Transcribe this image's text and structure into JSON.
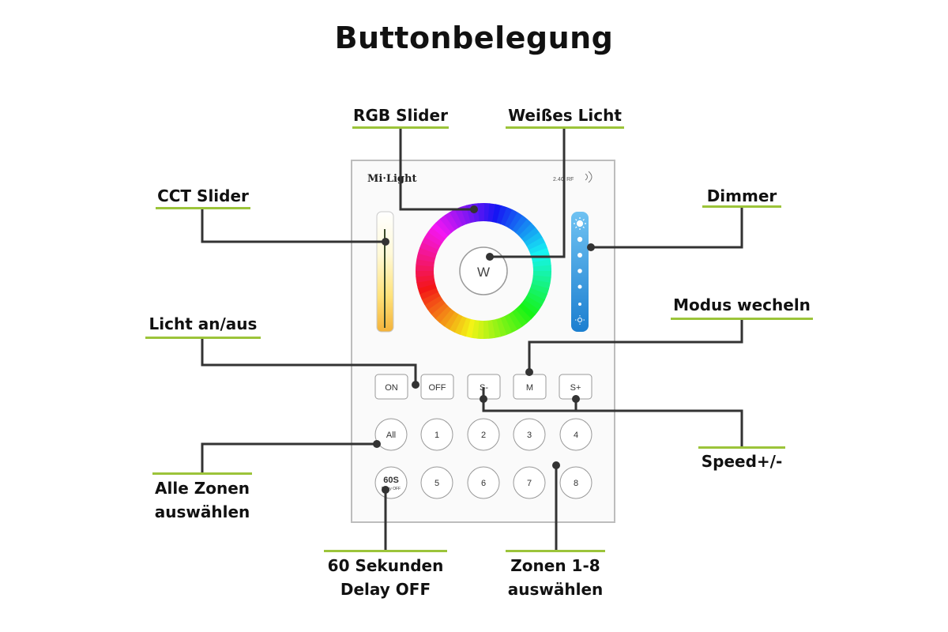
{
  "title": "Buttonbelegung",
  "device": {
    "brand": "Mi·Light",
    "band": "2.4G RF",
    "wheel_center_label": "W",
    "top_buttons": [
      "ON",
      "OFF",
      "S-",
      "M",
      "S+"
    ],
    "zone_row_1": [
      "All",
      "1",
      "2",
      "3",
      "4"
    ],
    "zone_row_2_first": "60S",
    "zone_row_2_first_sub": "Delay OFF",
    "zone_row_2": [
      "5",
      "6",
      "7",
      "8"
    ]
  },
  "labels": {
    "rgb_slider": "RGB Slider",
    "white_light": "Weißes Licht",
    "cct_slider": "CCT Slider",
    "dimmer": "Dimmer",
    "mode": "Modus wecheln",
    "on_off": "Licht an/aus",
    "speed": "Speed+/-",
    "all_zones_1": "Alle Zonen",
    "all_zones_2": "auswählen",
    "delay_1": "60 Sekunden",
    "delay_2": "Delay OFF",
    "zones_1": "Zonen 1-8",
    "zones_2": "auswählen"
  },
  "colors": {
    "underline": "#9cc43a",
    "connector": "#333333",
    "dimmer_blue": "#2a8fd8"
  }
}
